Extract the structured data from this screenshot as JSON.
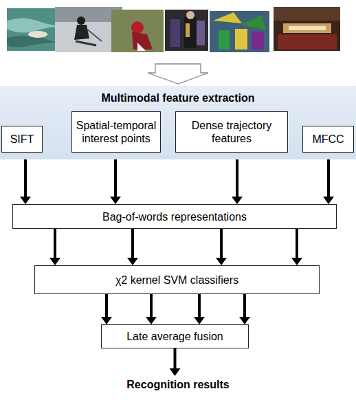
{
  "diagram": {
    "nodes": [
      {
        "text": [
          "Multimodal feature extraction"
        ]
      },
      {
        "text": [
          "SIFT"
        ],
        "in": 0
      },
      {
        "text": [
          "Spatial-temporal interest points"
        ],
        "in": 0
      },
      {
        "text": [
          "Dense trajectory features"
        ],
        "in": 0
      },
      {
        "text": [
          "MFCC"
        ],
        "in": 0
      },
      {
        "text": [
          "Bag-of-words representations"
        ]
      },
      {
        "text": [
          "χ2  kernel SVM classifiers"
        ]
      },
      {
        "text": [
          "Late average fusion"
        ]
      }
    ],
    "edges": [
      {
        "from": 1,
        "to": 5,
        "arrow": "to"
      },
      {
        "from": 2,
        "to": 5,
        "arrow": "to"
      },
      {
        "from": 3,
        "to": 5,
        "arrow": "to"
      },
      {
        "from": 4,
        "to": 5,
        "arrow": "to"
      },
      {
        "from": 5,
        "to": 6,
        "arrow": "to"
      },
      {
        "from": 5,
        "to": 6,
        "arrow": "to"
      },
      {
        "from": 5,
        "to": 6,
        "arrow": "to"
      },
      {
        "from": 5,
        "to": 6,
        "arrow": "to"
      },
      {
        "from": 6,
        "to": 7,
        "arrow": "to"
      },
      {
        "from": 6,
        "to": 7,
        "arrow": "to"
      },
      {
        "from": 6,
        "to": 7,
        "arrow": "to"
      },
      {
        "from": 6,
        "to": 7,
        "arrow": "to"
      }
    ],
    "labels": [
      "Recognition results"
    ]
  }
}
